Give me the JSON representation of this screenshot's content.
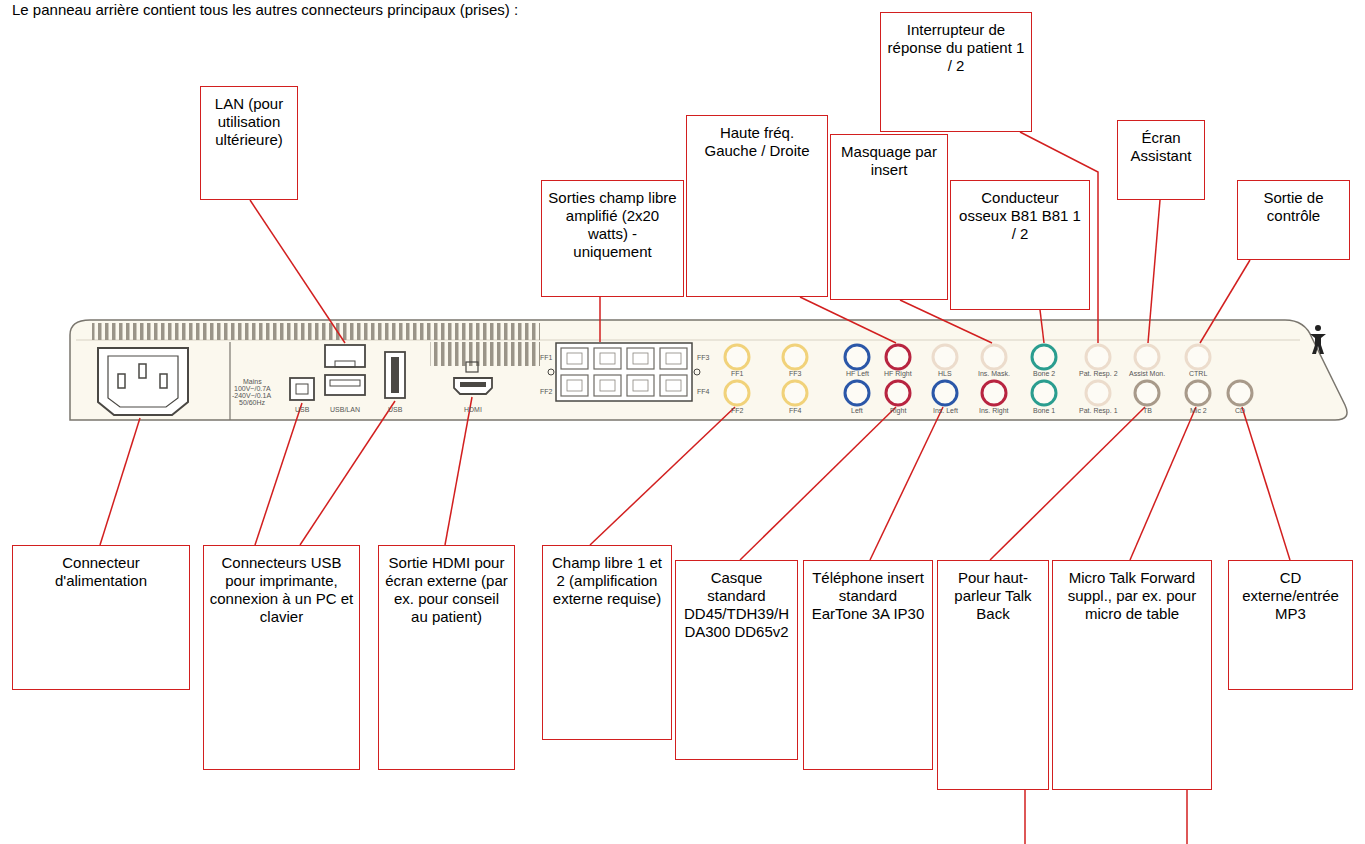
{
  "diagram": {
    "title": "Le panneau arrière contient tous les autres connecteurs principaux (prises) :",
    "nodes": [
      {
        "text": [
          "LAN (pour utilisation ultérieure)"
        ]
      },
      {
        "text": [
          "Sorties champ libre amplifié (2x20 watts) - uniquement"
        ]
      },
      {
        "text": [
          "Haute fréq. Gauche / Droite"
        ]
      },
      {
        "text": [
          "Interrupteur de réponse du patient 1 / 2"
        ]
      },
      {
        "text": [
          "Masquage par insert"
        ]
      },
      {
        "text": [
          "Conducteur osseux B81 B81 1 / 2"
        ]
      },
      {
        "text": [
          "Écran Assistant"
        ]
      },
      {
        "text": [
          "Sortie de contrôle"
        ]
      },
      {
        "text": [
          "Connecteur d'alimentation"
        ]
      },
      {
        "text": [
          "Connecteurs USB pour imprimante, connexion à un PC et clavier"
        ]
      },
      {
        "text": [
          "Sortie HDMI pour écran externe (par ex. pour conseil au patient)"
        ]
      },
      {
        "text": [
          "Champ libre 1 et 2 (amplification externe requise)"
        ]
      },
      {
        "text": [
          "Casque standard DD45/TDH39/HDA300 DD65v2"
        ]
      },
      {
        "text": [
          "Téléphone insert standard EarTone 3A IP30"
        ]
      },
      {
        "text": [
          "Pour haut-parleur Talk Back"
        ]
      },
      {
        "text": [
          "Micro Talk Forward suppl., par ex. pour micro de table"
        ]
      },
      {
        "text": [
          "CD externe/entrée MP3"
        ]
      }
    ],
    "labels": [
      "Mains",
      "100V~/0.7A",
      "-240V~/0.1A",
      "50/60Hz",
      "USB",
      "USB/LAN",
      "USB",
      "HDMI",
      "FF1",
      "FF2",
      "FF3",
      "FF4",
      "FF1",
      "FF3",
      "FF2",
      "FF4",
      "HF Left",
      "HF Right",
      "HLS",
      "Ins. Mask.",
      "Bone 2",
      "Pat. Resp. 2",
      "Assist Mon.",
      "CTRL",
      "Left",
      "Right",
      "Ins. Left",
      "Ins. Right",
      "Bone 1",
      "Pat. Resp. 1",
      "TB",
      "Mic 2",
      "CD"
    ]
  }
}
